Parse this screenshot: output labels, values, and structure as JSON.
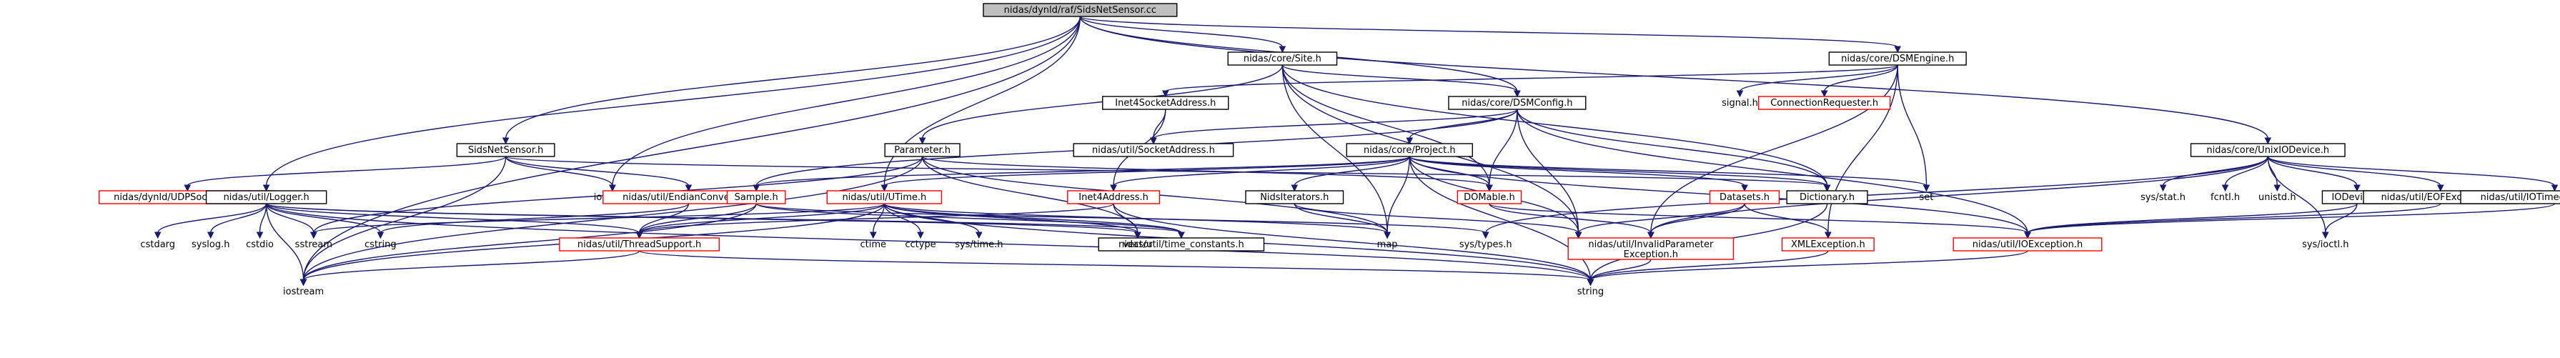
{
  "colors": {
    "root_fill": "#bfbfbf",
    "node_fill": "#ffffff",
    "node_border": "#000000",
    "red_border": "#ff0000",
    "red_text": "#ff0000",
    "text": "#000000",
    "label_only_text": "#000000",
    "edge": "#191970"
  },
  "nodes": [
    {
      "id": "root",
      "label": "nidas/dynld/raf/SidsNetSensor.cc",
      "kind": "root"
    },
    {
      "id": "site",
      "label": "nidas/core/Site.h",
      "kind": "box"
    },
    {
      "id": "dsmengine",
      "label": "nidas/core/DSMEngine.h",
      "kind": "box"
    },
    {
      "id": "inet4sockaddr",
      "label": "Inet4SocketAddress.h",
      "kind": "box"
    },
    {
      "id": "dsmconfig",
      "label": "nidas/core/DSMConfig.h",
      "kind": "box"
    },
    {
      "id": "signal",
      "label": "signal.h",
      "kind": "text"
    },
    {
      "id": "connreq",
      "label": "ConnectionRequester.h",
      "kind": "red"
    },
    {
      "id": "sidsnetsensor",
      "label": "SidsNetSensor.h",
      "kind": "box"
    },
    {
      "id": "parameter",
      "label": "Parameter.h",
      "kind": "box"
    },
    {
      "id": "sockaddr",
      "label": "nidas/util/SocketAddress.h",
      "kind": "box"
    },
    {
      "id": "project",
      "label": "nidas/core/Project.h",
      "kind": "box"
    },
    {
      "id": "unixiodev",
      "label": "nidas/core/UnixIODevice.h",
      "kind": "box"
    },
    {
      "id": "udpsock",
      "label": "nidas/dynld/UDPSocketSensor.h",
      "kind": "red"
    },
    {
      "id": "logger",
      "label": "nidas/util/Logger.h",
      "kind": "box"
    },
    {
      "id": "iomanip",
      "label": "iomanip",
      "kind": "text"
    },
    {
      "id": "endian",
      "label": "nidas/util/EndianConverter.h",
      "kind": "red"
    },
    {
      "id": "sample",
      "label": "Sample.h",
      "kind": "red"
    },
    {
      "id": "utime",
      "label": "nidas/util/UTime.h",
      "kind": "red"
    },
    {
      "id": "inet4addr",
      "label": "Inet4Address.h",
      "kind": "red"
    },
    {
      "id": "nditer",
      "label": "NidsIterators.h",
      "kind": "box"
    },
    {
      "id": "domable",
      "label": "DOMable.h",
      "kind": "red"
    },
    {
      "id": "datasets",
      "label": "Datasets.h",
      "kind": "red"
    },
    {
      "id": "dictionary",
      "label": "Dictionary.h",
      "kind": "box"
    },
    {
      "id": "set",
      "label": "set",
      "kind": "text"
    },
    {
      "id": "sysstat",
      "label": "sys/stat.h",
      "kind": "text"
    },
    {
      "id": "fcntl",
      "label": "fcntl.h",
      "kind": "text"
    },
    {
      "id": "unistd",
      "label": "unistd.h",
      "kind": "text"
    },
    {
      "id": "iodevice",
      "label": "IODevice.h",
      "kind": "box"
    },
    {
      "id": "eofexc",
      "label": "nidas/util/EOFException.h",
      "kind": "box"
    },
    {
      "id": "iotimeout",
      "label": "nidas/util/IOTimeoutException.h",
      "kind": "box"
    },
    {
      "id": "cstdarg",
      "label": "cstdarg",
      "kind": "text"
    },
    {
      "id": "syslog",
      "label": "syslog.h",
      "kind": "text"
    },
    {
      "id": "cstdio",
      "label": "cstdio",
      "kind": "text"
    },
    {
      "id": "sstream",
      "label": "sstream",
      "kind": "text"
    },
    {
      "id": "cstring",
      "label": "cstring",
      "kind": "text"
    },
    {
      "id": "threadsupport",
      "label": "nidas/util/ThreadSupport.h",
      "kind": "red"
    },
    {
      "id": "ctime",
      "label": "ctime",
      "kind": "text"
    },
    {
      "id": "cctype",
      "label": "cctype",
      "kind": "text"
    },
    {
      "id": "systime",
      "label": "sys/time.h",
      "kind": "text"
    },
    {
      "id": "timeconst",
      "label": "nidas/util/time_constants.h",
      "kind": "box"
    },
    {
      "id": "vector",
      "label": "vector",
      "kind": "text"
    },
    {
      "id": "map",
      "label": "map",
      "kind": "text"
    },
    {
      "id": "systypes",
      "label": "sys/types.h",
      "kind": "text"
    },
    {
      "id": "list",
      "label": "list",
      "kind": "text"
    },
    {
      "id": "invalidparam",
      "label": "nidas/util/InvalidParameter\nException.h",
      "kind": "red"
    },
    {
      "id": "xmlexc",
      "label": "XMLException.h",
      "kind": "red"
    },
    {
      "id": "ioexc",
      "label": "nidas/util/IOException.h",
      "kind": "red"
    },
    {
      "id": "sysioctl",
      "label": "sys/ioctl.h",
      "kind": "text"
    },
    {
      "id": "iostream",
      "label": "iostream",
      "kind": "text"
    },
    {
      "id": "string",
      "label": "string",
      "kind": "text"
    }
  ],
  "edges": [
    [
      "root",
      "site"
    ],
    [
      "root",
      "dsmengine"
    ],
    [
      "root",
      "dsmconfig"
    ],
    [
      "root",
      "sidsnetsensor"
    ],
    [
      "root",
      "logger"
    ],
    [
      "root",
      "utime"
    ],
    [
      "root",
      "unixiodev"
    ],
    [
      "root",
      "iomanip"
    ],
    [
      "root",
      "iostream"
    ],
    [
      "site",
      "parameter"
    ],
    [
      "site",
      "dsmconfig"
    ],
    [
      "site",
      "dictionary"
    ],
    [
      "site",
      "domable"
    ],
    [
      "site",
      "map"
    ],
    [
      "site",
      "list"
    ],
    [
      "dsmengine",
      "inet4sockaddr"
    ],
    [
      "dsmengine",
      "connreq"
    ],
    [
      "dsmengine",
      "signal"
    ],
    [
      "dsmengine",
      "set"
    ],
    [
      "dsmengine",
      "xmlexc"
    ],
    [
      "dsmengine",
      "invalidparam"
    ],
    [
      "inet4sockaddr",
      "inet4addr"
    ],
    [
      "inet4sockaddr",
      "sockaddr"
    ],
    [
      "dsmconfig",
      "sockaddr"
    ],
    [
      "dsmconfig",
      "project"
    ],
    [
      "dsmconfig",
      "domable"
    ],
    [
      "dsmconfig",
      "dictionary"
    ],
    [
      "dsmconfig",
      "list"
    ],
    [
      "dsmconfig",
      "ioexc"
    ],
    [
      "dsmconfig",
      "sample"
    ],
    [
      "sidsnetsensor",
      "udpsock"
    ],
    [
      "sidsnetsensor",
      "endian"
    ],
    [
      "sidsnetsensor",
      "iomanip"
    ],
    [
      "sidsnetsensor",
      "iostream"
    ],
    [
      "sidsnetsensor",
      "dictionary"
    ],
    [
      "parameter",
      "sstream"
    ],
    [
      "parameter",
      "vector"
    ],
    [
      "parameter",
      "domable"
    ],
    [
      "parameter",
      "iostream"
    ],
    [
      "parameter",
      "map"
    ],
    [
      "project",
      "sample"
    ],
    [
      "project",
      "utime"
    ],
    [
      "project",
      "inet4addr"
    ],
    [
      "project",
      "nditer"
    ],
    [
      "project",
      "domable"
    ],
    [
      "project",
      "datasets"
    ],
    [
      "project",
      "dictionary"
    ],
    [
      "project",
      "set"
    ],
    [
      "project",
      "list"
    ],
    [
      "project",
      "map"
    ],
    [
      "project",
      "string"
    ],
    [
      "project",
      "ioexc"
    ],
    [
      "unixiodev",
      "sysstat"
    ],
    [
      "unixiodev",
      "fcntl"
    ],
    [
      "unixiodev",
      "unistd"
    ],
    [
      "unixiodev",
      "iodevice"
    ],
    [
      "unixiodev",
      "eofexc"
    ],
    [
      "unixiodev",
      "iotimeout"
    ],
    [
      "unixiodev",
      "sysioctl"
    ],
    [
      "unixiodev",
      "systypes"
    ],
    [
      "unixiodev",
      "invalidparam"
    ],
    [
      "logger",
      "cstdarg"
    ],
    [
      "logger",
      "syslog"
    ],
    [
      "logger",
      "cstdio"
    ],
    [
      "logger",
      "sstream"
    ],
    [
      "logger",
      "cstring"
    ],
    [
      "logger",
      "threadsupport"
    ],
    [
      "logger",
      "timeconst"
    ],
    [
      "logger",
      "iostream"
    ],
    [
      "logger",
      "string"
    ],
    [
      "logger",
      "vector"
    ],
    [
      "endian",
      "cstring"
    ],
    [
      "endian",
      "threadsupport"
    ],
    [
      "sample",
      "threadsupport"
    ],
    [
      "sample",
      "timeconst"
    ],
    [
      "sample",
      "iostream"
    ],
    [
      "sample",
      "systypes"
    ],
    [
      "utime",
      "ctime"
    ],
    [
      "utime",
      "cctype"
    ],
    [
      "utime",
      "systime"
    ],
    [
      "utime",
      "timeconst"
    ],
    [
      "utime",
      "threadsupport"
    ],
    [
      "utime",
      "string"
    ],
    [
      "utime",
      "iostream"
    ],
    [
      "utime",
      "sstream"
    ],
    [
      "utime",
      "map"
    ],
    [
      "utime",
      "vector"
    ],
    [
      "inet4addr",
      "string"
    ],
    [
      "inet4addr",
      "vector"
    ],
    [
      "inet4addr",
      "threadsupport"
    ],
    [
      "nditer",
      "list"
    ],
    [
      "nditer",
      "map"
    ],
    [
      "domable",
      "invalidparam"
    ],
    [
      "domable",
      "ioexc"
    ],
    [
      "datasets",
      "xmlexc"
    ],
    [
      "datasets",
      "list"
    ],
    [
      "datasets",
      "invalidparam"
    ],
    [
      "dictionary",
      "string"
    ],
    [
      "iodevice",
      "sysioctl"
    ],
    [
      "iodevice",
      "ioexc"
    ],
    [
      "eofexc",
      "ioexc"
    ],
    [
      "iotimeout",
      "ioexc"
    ],
    [
      "invalidparam",
      "string"
    ],
    [
      "xmlexc",
      "string"
    ],
    [
      "ioexc",
      "string"
    ],
    [
      "threadsupport",
      "iostream"
    ],
    [
      "threadsupport",
      "string"
    ]
  ]
}
